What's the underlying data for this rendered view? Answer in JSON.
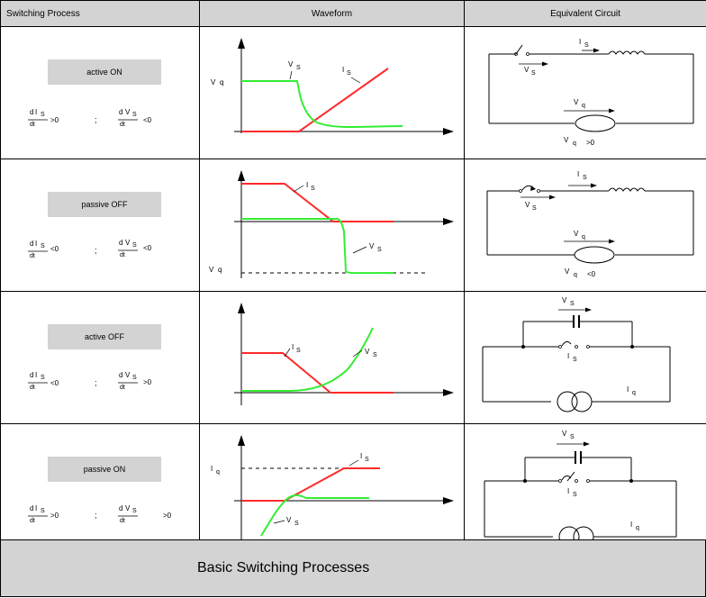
{
  "headers": {
    "switching": "Switching Process",
    "waveform": "Waveform",
    "circuit": "Equivalent Circuit"
  },
  "rows": [
    {
      "process": "active ON",
      "sign1": ">0",
      "sign2": "<0",
      "circuit_cond": ">0"
    },
    {
      "process": "passive OFF",
      "sign1": "<0",
      "sign2": "<0",
      "circuit_cond": "<0"
    },
    {
      "process": "active OFF",
      "sign1": "<0",
      "sign2": ">0"
    },
    {
      "process": "passive ON",
      "sign1": ">0",
      "sign2": ">0"
    }
  ],
  "symbols": {
    "d": "d",
    "dt": "dt",
    "i": "I",
    "v": "V",
    "s": "S",
    "q": "q",
    "sep": ";"
  },
  "colors": {
    "current": "#ff2a2a",
    "voltage": "#33ee33",
    "header": "#d3d3d3"
  },
  "footer": "Basic Switching Processes"
}
